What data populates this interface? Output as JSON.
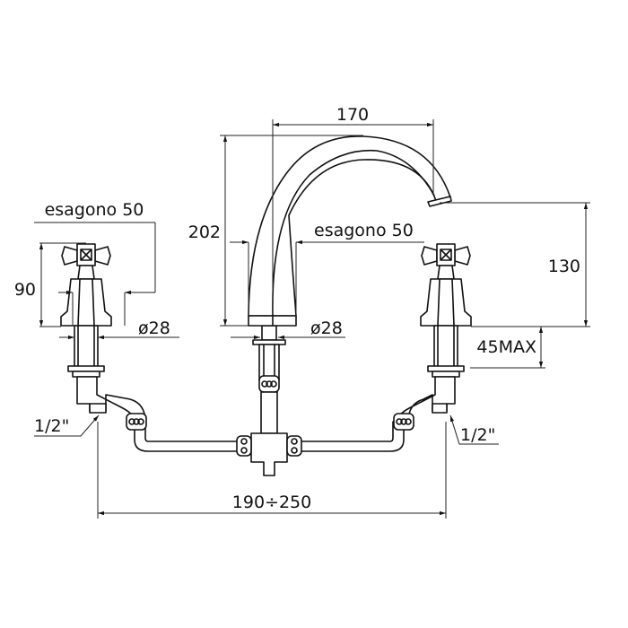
{
  "dimensions": {
    "spout_reach": "170",
    "spout_height": "202",
    "spout_hex": "esagono  50",
    "spout_diameter": "ø28",
    "spout_outlet_height": "130",
    "max_deck_thickness": "45MAX",
    "handle_hex": "esagono  50",
    "handle_height": "90",
    "handle_diameter": "ø28",
    "left_thread": "1/2\"",
    "right_thread": "1/2\"",
    "center_distance": "190÷250"
  }
}
